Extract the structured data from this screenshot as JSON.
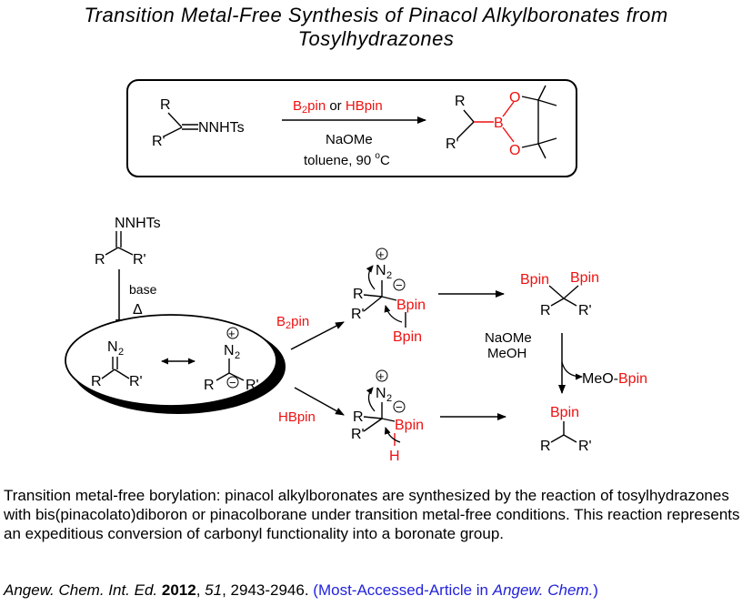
{
  "title": {
    "line1": "Transition Metal-Free Synthesis of Pinacol Alkylboronates from",
    "line2": "Tosylhydrazones"
  },
  "scheme_labels": {
    "R": "R",
    "R_prime": "R'",
    "NNHTs": "NNHTs",
    "reagent_B2pin2": "B",
    "reagent_sub2": "2",
    "reagent_pin": "pin",
    "reagent_or": " or ",
    "reagent_HBpin": "HBpin",
    "condition_base_reagent": "NaOMe",
    "condition_solvent": "toluene, 90 ",
    "degree": "o",
    "celsius": "C",
    "boron": "B",
    "oxygen": "O",
    "base": "base",
    "delta": "Δ",
    "N": "N",
    "sub2": "2",
    "plus": "+",
    "minus": "−",
    "Bpin": "Bpin",
    "H": "H",
    "HBpin": "HBpin",
    "NaOMe": "NaOMe",
    "MeOH": "MeOH",
    "MeO": "MeO",
    "bond_dash": "-"
  },
  "colors": {
    "red": "#ee1111",
    "blue": "#2222dd",
    "black": "#000000"
  },
  "description": "Transition metal-free borylation: pinacol alkylboronates are synthesized by the reaction of tosylhydrazones with bis(pinacolato)diboron or pinacolborane under transition metal-free conditions. This reaction represents an expeditious conversion of carbonyl functionality into a boronate group.",
  "reference": {
    "journal": "Angew. Chem. Int. Ed.",
    "year": "2012",
    "volume": "51",
    "pages": ", 2943-2946. ",
    "note_open": "(Most-Accessed-Article in ",
    "note_journal": "Angew. Chem.",
    "note_close": ")"
  }
}
